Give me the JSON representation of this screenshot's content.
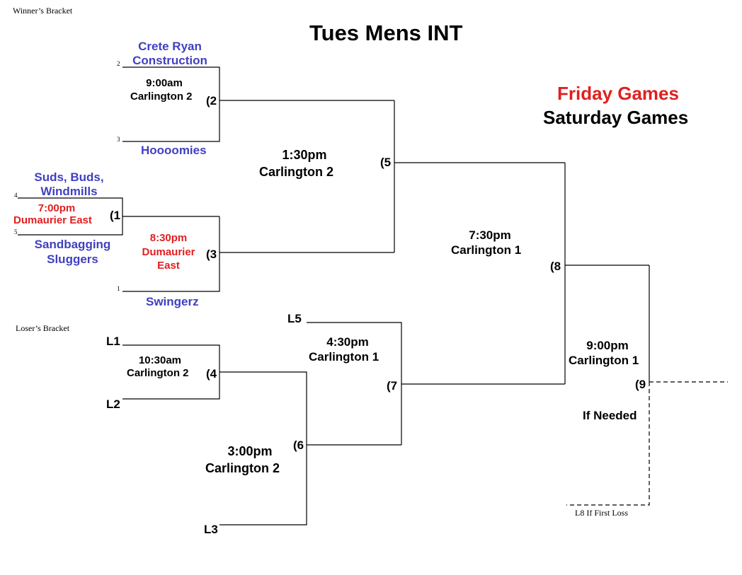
{
  "header": {
    "winners_label": "Winner’s Bracket",
    "losers_label": "Loser’s Bracket",
    "title": "Tues Mens INT"
  },
  "legend": {
    "friday": "Friday Games",
    "saturday": "Saturday Games",
    "friday_color": "#e02020",
    "saturday_color": "#000000",
    "team_color": "#4040c0"
  },
  "teams": {
    "crete_ryan": "Crete Ryan Construction",
    "hoooomies": "Hoooomies",
    "suds_buds": "Suds, Buds, Windmills",
    "sandbagging": "Sandbagging Sluggers",
    "swingerz": "Swingerz"
  },
  "seeds": {
    "s2": "2",
    "s3": "3",
    "s4": "4",
    "s5": "5",
    "s1": "1"
  },
  "games": {
    "g1": {
      "num": "(1",
      "time": "7:00pm",
      "field": "Dumaurier East"
    },
    "g2": {
      "num": "(2",
      "time": "9:00am",
      "field": "Carlington 2"
    },
    "g3": {
      "num": "(3",
      "time": "8:30pm",
      "field": "Dumaurier East"
    },
    "g4": {
      "num": "(4",
      "time": "10:30am",
      "field": "Carlington 2"
    },
    "g5": {
      "num": "(5",
      "time": "1:30pm",
      "field": "Carlington 2"
    },
    "g6": {
      "num": "(6",
      "time": "3:00pm",
      "field": "Carlington 2"
    },
    "g7": {
      "num": "(7",
      "time": "4:30pm",
      "field": "Carlington 1"
    },
    "g8": {
      "num": "(8",
      "time": "7:30pm",
      "field": "Carlington 1"
    },
    "g9": {
      "num": "(9",
      "time": "9:00pm",
      "field": "Carlington 1",
      "note": "If Needed"
    }
  },
  "losers": {
    "l1": "L1",
    "l2": "L2",
    "l3": "L3",
    "l5": "L5",
    "l8": "L8 If First Loss"
  }
}
